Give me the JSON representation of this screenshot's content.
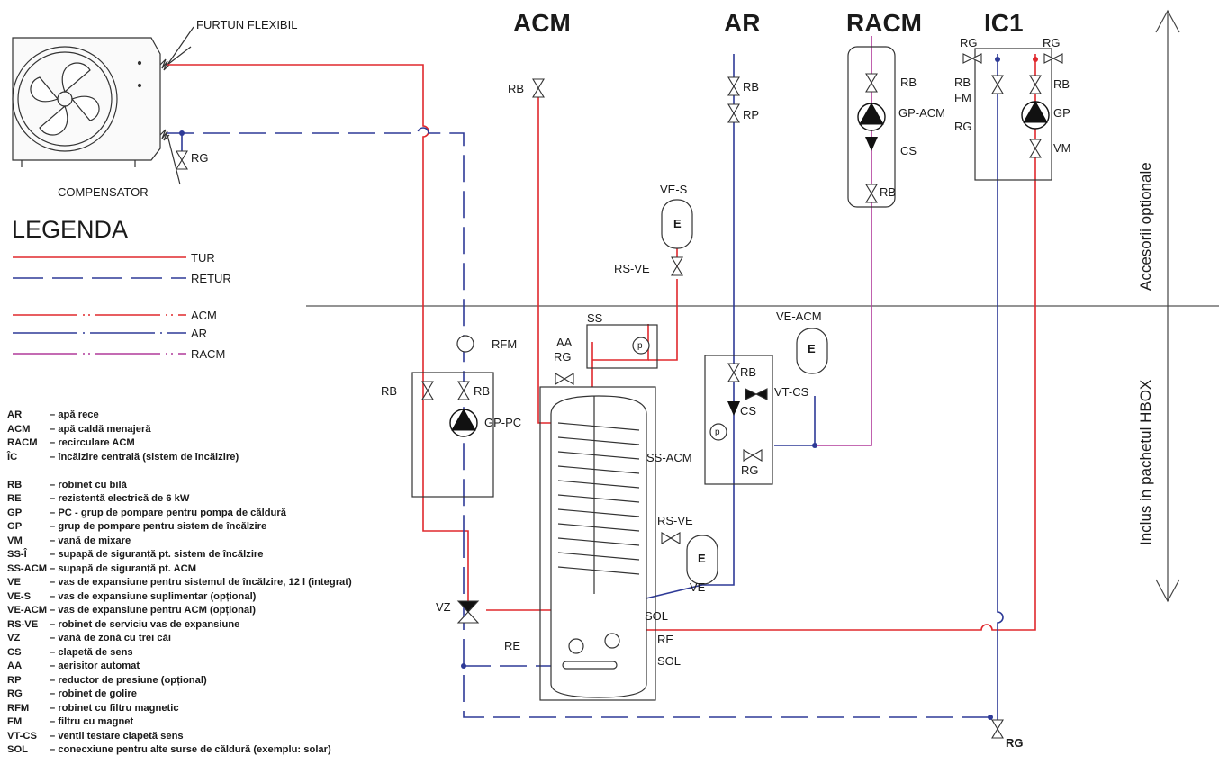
{
  "headers": {
    "acm": "ACM",
    "ar": "AR",
    "racm": "RACM",
    "ic1": "IC1"
  },
  "unit_labels": {
    "furtun": "FURTUN FLEXIBIL",
    "compensator": "COMPENSATOR",
    "rg_unit": "RG"
  },
  "legend": {
    "title": "LEGENDA",
    "lines": [
      {
        "label": "TUR",
        "color": "#e0282d"
      },
      {
        "label": "RETUR",
        "color": "#2e3a97"
      },
      {
        "label": "ACM",
        "color": "#e0282d"
      },
      {
        "label": "AR",
        "color": "#2e3a97"
      },
      {
        "label": "RACM",
        "color": "#b13a9a"
      }
    ]
  },
  "abbreviations": [
    {
      "code": "AR",
      "desc": "– apă rece"
    },
    {
      "code": "ACM",
      "desc": "– apă caldă menajeră"
    },
    {
      "code": "RACM",
      "desc": "– recirculare ACM"
    },
    {
      "code": "ÎC",
      "desc": "– încălzire centrală (sistem de încălzire)"
    },
    {
      "code": "",
      "desc": ""
    },
    {
      "code": "RB",
      "desc": "– robinet cu bilă"
    },
    {
      "code": "RE",
      "desc": "– rezistentă electrică de 6 kW"
    },
    {
      "code": "GP",
      "desc": "– PC - grup de pompare pentru pompa de căldură"
    },
    {
      "code": "GP",
      "desc": "– grup de pompare pentru sistem de încălzire"
    },
    {
      "code": "VM",
      "desc": "– vană de mixare"
    },
    {
      "code": "SS-Î",
      "desc": "– supapă de siguranță pt. sistem de încălzire"
    },
    {
      "code": "SS-ACM",
      "desc": "– supapă de siguranță pt. ACM"
    },
    {
      "code": "VE",
      "desc": "– vas de expansiune pentru sistemul de încălzire, 12 l (integrat)"
    },
    {
      "code": "VE-S",
      "desc": "– vas de expansiune suplimentar (opțional)"
    },
    {
      "code": "VE-ACM",
      "desc": "– vas de expansiune pentru ACM (opțional)"
    },
    {
      "code": "RS-VE",
      "desc": "– robinet de serviciu vas de expansiune"
    },
    {
      "code": "VZ",
      "desc": "– vană de zonă cu trei căi"
    },
    {
      "code": "CS",
      "desc": "– clapetă de sens"
    },
    {
      "code": "AA",
      "desc": "– aerisitor automat"
    },
    {
      "code": "RP",
      "desc": "– reductor de presiune (opțional)"
    },
    {
      "code": "RG",
      "desc": "– robinet de golire"
    },
    {
      "code": "RFM",
      "desc": "– robinet cu filtru magnetic"
    },
    {
      "code": "FM",
      "desc": "– filtru cu magnet"
    },
    {
      "code": "VT-CS",
      "desc": "– ventil testare clapetă sens"
    },
    {
      "code": "SOL",
      "desc": "– conecxiune pentru alte surse de căldură (exemplu: solar)"
    }
  ],
  "zones": {
    "top": "Accesorii optionale",
    "bottom": "Inclus in pachetul HBOX"
  },
  "component_labels": {
    "rb_acm": "RB",
    "rb_ar": "RB",
    "rp_ar": "RP",
    "rb_racm_top": "RB",
    "gp_acm": "GP-ACM",
    "cs_racm": "CS",
    "rb_racm_bot": "RB",
    "rg_ic_left": "RG",
    "rg_ic_right": "RG",
    "rb_ic_left": "RB",
    "fm_ic": "FM",
    "rg_ic_mid": "RG",
    "rb_ic_right": "RB",
    "gp_ic": "GP",
    "vm_ic": "VM",
    "ve_s": "VE-S",
    "e_ves": "E",
    "rs_ve_top": "RS-VE",
    "ss": "SS",
    "aa": "AA",
    "rg_aa": "RG",
    "rfm": "RFM",
    "rb_pc_left": "RB",
    "rb_pc_right": "RB",
    "gp_pc": "GP-PC",
    "ve_acm": "VE-ACM",
    "e_veacm": "E",
    "rb_ssacm": "RB",
    "vt_cs": "VT-CS",
    "cs_ssacm": "CS",
    "ss_acm": "SS-ACM",
    "rg_ssacm": "RG",
    "rs_ve_bot": "RS-VE",
    "e_ve": "E",
    "ve": "VE",
    "vz": "VZ",
    "re_left": "RE",
    "re_right": "RE",
    "sol_top": "SOL",
    "sol_bot": "SOL",
    "rg_bottom": "RG",
    "p1": "p",
    "p2": "p"
  }
}
